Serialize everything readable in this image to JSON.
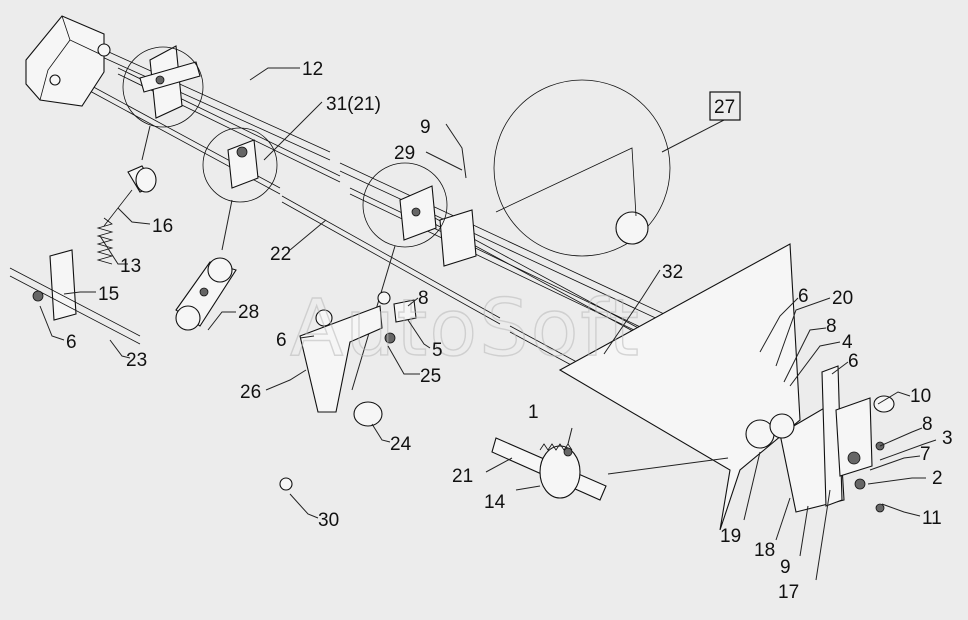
{
  "watermark": "AutoSoft",
  "callouts": [
    "12",
    "31(21)",
    "9",
    "29",
    "27",
    "16",
    "13",
    "15",
    "6",
    "23",
    "22",
    "28",
    "26",
    "25",
    "5",
    "8",
    "6",
    "24",
    "32",
    "6",
    "20",
    "8",
    "4",
    "6",
    "10",
    "8",
    "3",
    "7",
    "2",
    "11",
    "1",
    "21",
    "14",
    "30",
    "19",
    "18",
    "9",
    "17"
  ],
  "colors": {
    "background": "#ececec",
    "line": "#111111",
    "watermark": "#b9b9b9"
  }
}
